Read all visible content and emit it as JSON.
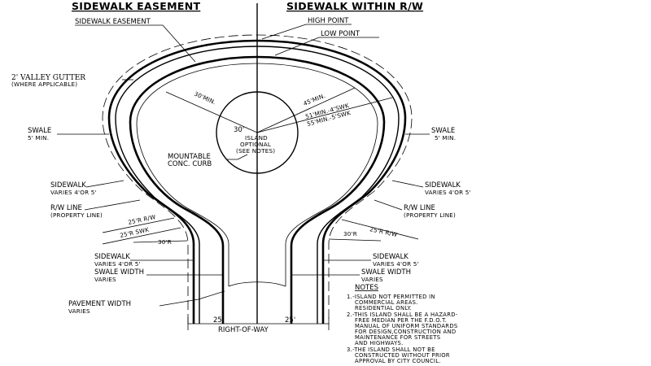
{
  "headers": {
    "left": "SIDEWALK EASEMENT",
    "right": "SIDEWALK WITHIN R/W"
  },
  "labels": {
    "sidewalk_easement": "SIDEWALK EASEMENT",
    "high_point": "HIGH POINT",
    "low_point": "LOW POINT",
    "valley_gutter": "2' VALLEY GUTTER",
    "valley_gutter_note": "(WHERE APPLICABLE)",
    "swale_left_1": "SWALE",
    "swale_left_2": "5' MIN.",
    "swale_right_1": "SWALE",
    "swale_right_2": "5' MIN.",
    "mountable_1": "MOUNTABLE",
    "mountable_2": "CONC. CURB",
    "sidewalk_left_1": "SIDEWALK",
    "sidewalk_left_2": "VARIES 4'OR 5'",
    "sidewalk_right_1": "SIDEWALK",
    "sidewalk_right_2": "VARIES 4'OR 5'",
    "rw_left_1": "R/W LINE",
    "rw_left_2": "(PROPERTY LINE)",
    "rw_right_1": "R/W LINE",
    "rw_right_2": "(PROPERTY LINE)",
    "sidewalk_low_left_1": "SIDEWALK",
    "sidewalk_low_left_2": "VARIES 4'OR 5'",
    "sidewalk_low_right_1": "SIDEWALK",
    "sidewalk_low_right_2": "VARIES 4'OR 5'",
    "swale_width_left_1": "SWALE WIDTH",
    "swale_width_left_2": "VARIES",
    "swale_width_right_1": "SWALE WIDTH",
    "swale_width_right_2": "VARIES",
    "pavement_1": "PAVEMENT WIDTH",
    "pavement_2": "VARIES",
    "island_1": "30'",
    "island_2": "ISLAND",
    "island_3": "OPTIONAL",
    "island_4": "(SEE NOTES)",
    "r_left_rw": "25'R R/W",
    "r_left_swk": "25'R SWK",
    "r_left_30": "30'R",
    "r_right_rw": "25'R R/W",
    "r_right_30": "30'R",
    "dim_30min": "30'MIN.",
    "dim_45min": "45'MIN.",
    "dim_swk1": "51'MIN.-4'SWK",
    "dim_swk2": "55'MIN.-5'SWK",
    "dim_25_left": "25'",
    "dim_25_right": "25'",
    "right_of_way": "RIGHT-OF-WAY"
  },
  "notes": {
    "heading": "NOTES",
    "n1": [
      "1.-ISLAND NOT PERMITTED IN",
      "COMMERCIAL AREAS.",
      "RESIDENTIAL ONLY."
    ],
    "n2": [
      "2.-THIS ISLAND SHALL BE A HAZARD-",
      "FREE MEDIAN PER THE F.D.O.T.",
      "MANUAL OF UNIFORM STANDARDS",
      "FOR DESIGN,CONSTRUCTION AND",
      "MAINTENANCE FOR STREETS",
      "AND HIGHWAYS."
    ],
    "n3": [
      "3.-THE ISLAND SHALL NOT BE",
      "CONSTRUCTED WITHOUT PRIOR",
      "APPROVAL BY CITY COUNCIL."
    ]
  }
}
